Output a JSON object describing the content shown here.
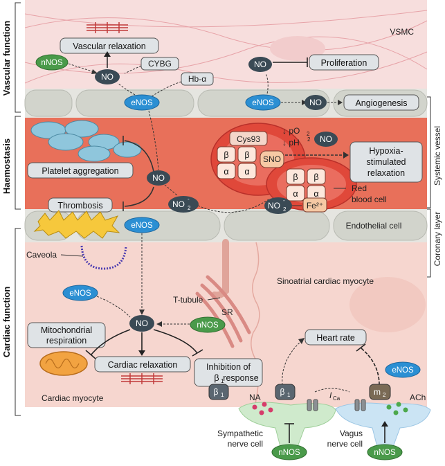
{
  "sections": {
    "vascular": "Vascular function",
    "haemostasis": "Haemostasis",
    "cardiac": "Cardiac function"
  },
  "right_labels": {
    "vsmc": "VSMC",
    "systemic": "Systemic vessel",
    "coronary": "Coronary layer"
  },
  "labels": {
    "vascular_relaxation": "Vascular relaxation",
    "proliferation": "Proliferation",
    "angiogenesis": "Angiogenesis",
    "platelet_aggregation": "Platelet aggregation",
    "thrombosis": "Thrombosis",
    "hypoxia_1": "Hypoxia-",
    "hypoxia_2": "stimulated",
    "hypoxia_3": "relaxation",
    "red_blood_cell_1": "Red",
    "red_blood_cell_2": "blood cell",
    "endothelial_cell": "Endothelial cell",
    "caveola": "Caveola",
    "t_tubule": "T-tubule",
    "sr": "SR",
    "sinoatrial": "Sinoatrial cardiac myocyte",
    "mito_1": "Mitochondrial",
    "mito_2": "respiration",
    "cardiac_relaxation": "Cardiac relaxation",
    "inhibition_1": "Inhibition of",
    "inhibition_2a": "β",
    "inhibition_2sub": "1",
    "inhibition_2b": " response",
    "heart_rate": "Heart rate",
    "cardiac_myocyte": "Cardiac myocyte",
    "na": "NA",
    "ach": "ACh",
    "ica": "I",
    "ica_sub": "Ca",
    "sympathetic_1": "Sympathetic",
    "sympathetic_2": "nerve cell",
    "vagus_1": "Vagus",
    "vagus_2": "nerve cell",
    "cybg": "CYBG",
    "hb_alpha": "Hb-α",
    "cys93": "Cys93",
    "sno": "SNO",
    "fe2": "Fe²⁺",
    "po2": "↓ pO",
    "po2_sub": "2",
    "ph": "↓ pH",
    "ph_sub": "2",
    "beta": "β",
    "alpha": "α",
    "b1": "β",
    "b1_sub": "1",
    "m2": "m",
    "m2_sub": "2"
  },
  "molecules": {
    "no": "NO",
    "nos_n": "nNOS",
    "nos_e": "eNOS",
    "no2": "NO",
    "no2_sub": "2",
    "no2_sup": "-"
  },
  "colors": {
    "vsmc_bg": "#f7dedd",
    "blood_bg": "#e8705a",
    "endothelium": "#dcdcd6",
    "myocyte_bg": "#f6d6cf",
    "enos": "#2b8fd3",
    "nnos": "#4a9a4a",
    "no_dark": "#3a4a55",
    "box": "#dfe3e6",
    "rbc": "#e0483a",
    "platelet": "#8fc6dc",
    "thrombus": "#f6c83c"
  }
}
